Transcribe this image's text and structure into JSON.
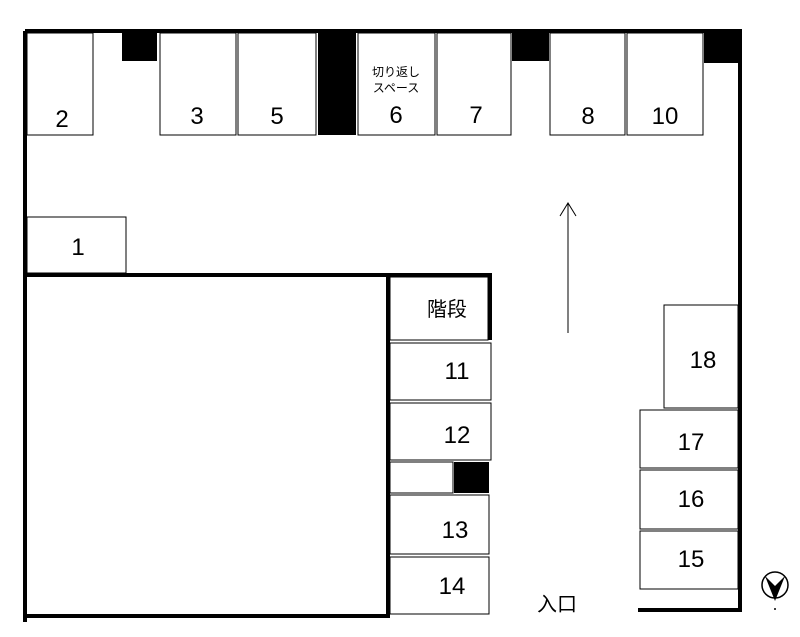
{
  "spaces": {
    "s1": "1",
    "s2": "2",
    "s3": "3",
    "s5": "5",
    "s6": "6",
    "s6_note_line1": "切り返し",
    "s6_note_line2": "スペース",
    "s7": "7",
    "s8": "8",
    "s10": "10",
    "s11": "11",
    "s12": "12",
    "s13": "13",
    "s14": "14",
    "s15": "15",
    "s16": "16",
    "s17": "17",
    "s18": "18"
  },
  "labels": {
    "stairs": "階段",
    "entrance": "入口"
  },
  "icons": {
    "direction_arrow": "up-arrow-icon",
    "compass": "north-compass-icon"
  }
}
